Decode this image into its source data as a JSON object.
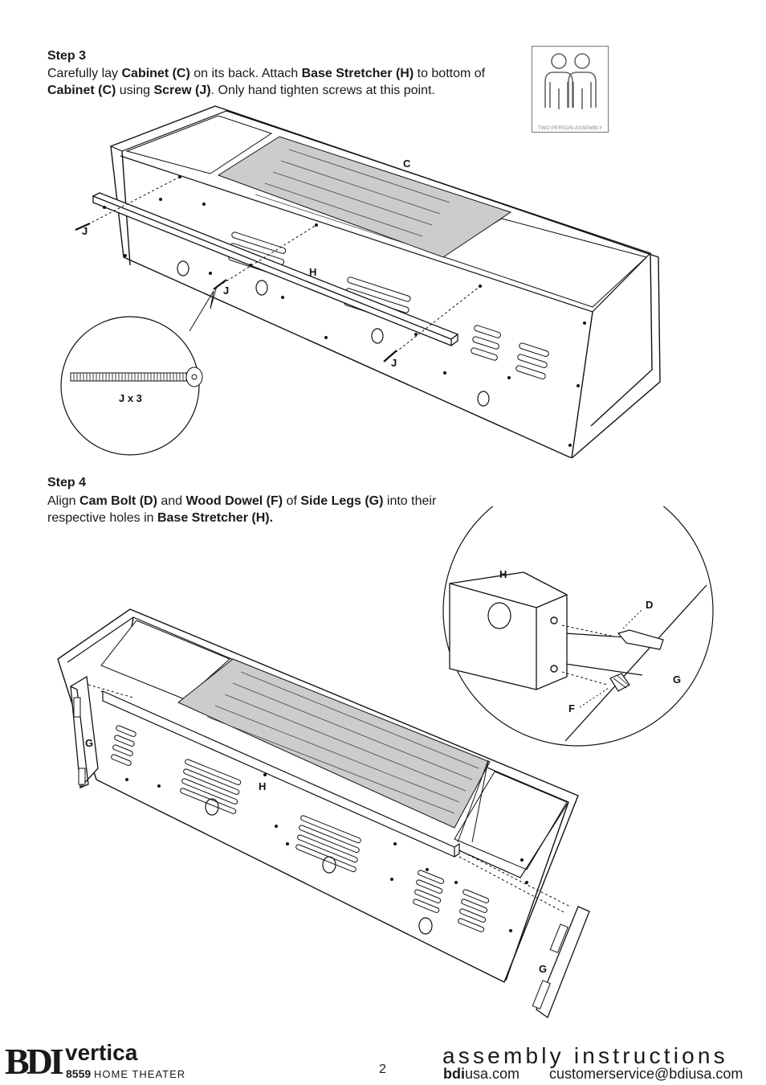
{
  "step3": {
    "title": "Step 3",
    "s1": "Carefully lay ",
    "b1": "Cabinet (C)",
    "s2": " on its back. Attach ",
    "b2": "Base Stretcher (H)",
    "s3": " to bottom of ",
    "b3": "Cabinet (C)",
    "s4": " using ",
    "b4": "Screw (J)",
    "s5": ". Only hand tighten screws at this point."
  },
  "badge": {
    "label": "TWO PERSON ASSEMBLY",
    "icon": "two-person-icon"
  },
  "fig3": {
    "label_c": "C",
    "label_h": "H",
    "label_j": "J",
    "callout": "J x 3"
  },
  "step4": {
    "title": "Step 4",
    "s1": "Align ",
    "b1": "Cam Bolt (D)",
    "s2": " and ",
    "b2": "Wood Dowel (F)",
    "s3": " of ",
    "b3": "Side Legs (G)",
    "s4": " into their respective holes in ",
    "b4": "Base Stretcher (H)."
  },
  "fig4": {
    "label_h": "H",
    "label_d": "D",
    "label_f": "F",
    "label_g": "G"
  },
  "footer": {
    "logo": "BDI",
    "product": "vertica",
    "model": "8559",
    "model_desc": "HOME THEATER",
    "page": "2",
    "heading": "assembly instructions",
    "site_bold": "bdi",
    "site_rest": "usa.com",
    "email": "customerservice@bdiusa.com"
  }
}
